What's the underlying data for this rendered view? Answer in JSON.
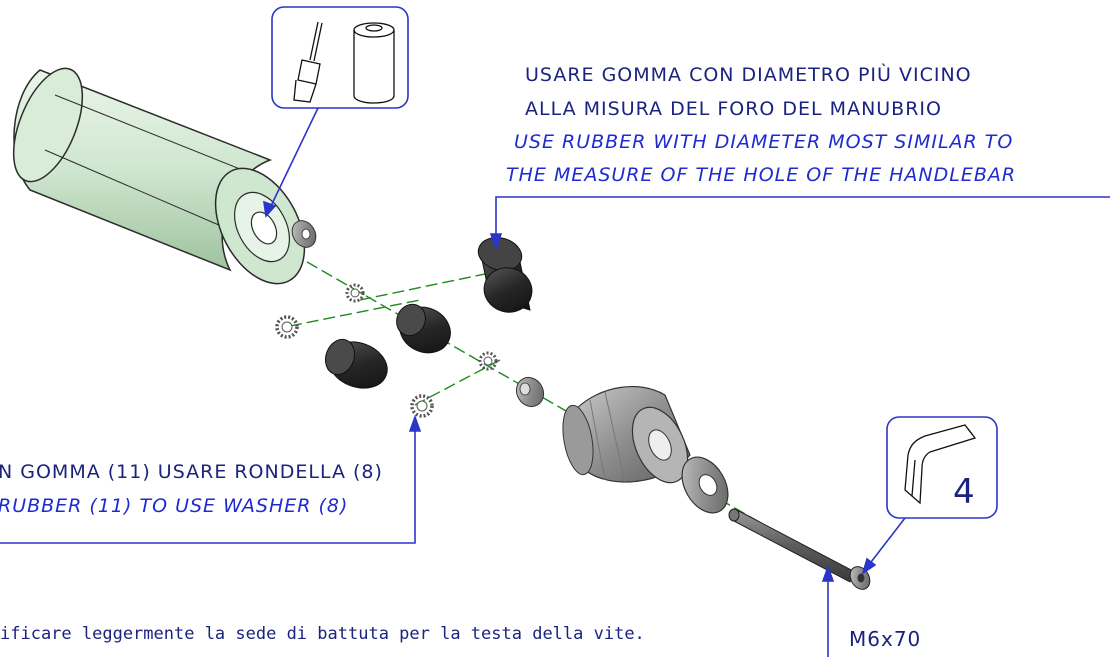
{
  "note_top": {
    "line1": "USARE GOMMA CON DIAMETRO PIÙ VICINO",
    "line2": "ALLA MISURA DEL FORO DEL MANUBRIO",
    "line3": "USE RUBBER WITH DIAMETER MOST SIMILAR TO",
    "line4": "THE MEASURE OF THE HOLE OF THE HANDLEBAR"
  },
  "note_left": {
    "line1": "N GOMMA (11) USARE RONDELLA (8)",
    "line2": "RUBBER (11) TO USE WASHER (8)"
  },
  "note_bottom": "ificare leggermente la sede di battuta per la testa della vite.",
  "screw_spec": "M6x70",
  "hex_key_size": "4",
  "icons": {
    "top": [
      "brush-icon",
      "glue-can-icon"
    ],
    "right": "hex-key-icon"
  },
  "colors": {
    "annotation": "#1a237e",
    "leader": "#2a35c9",
    "axis": "#1f8a1f",
    "grip": "#cfe8cf"
  }
}
